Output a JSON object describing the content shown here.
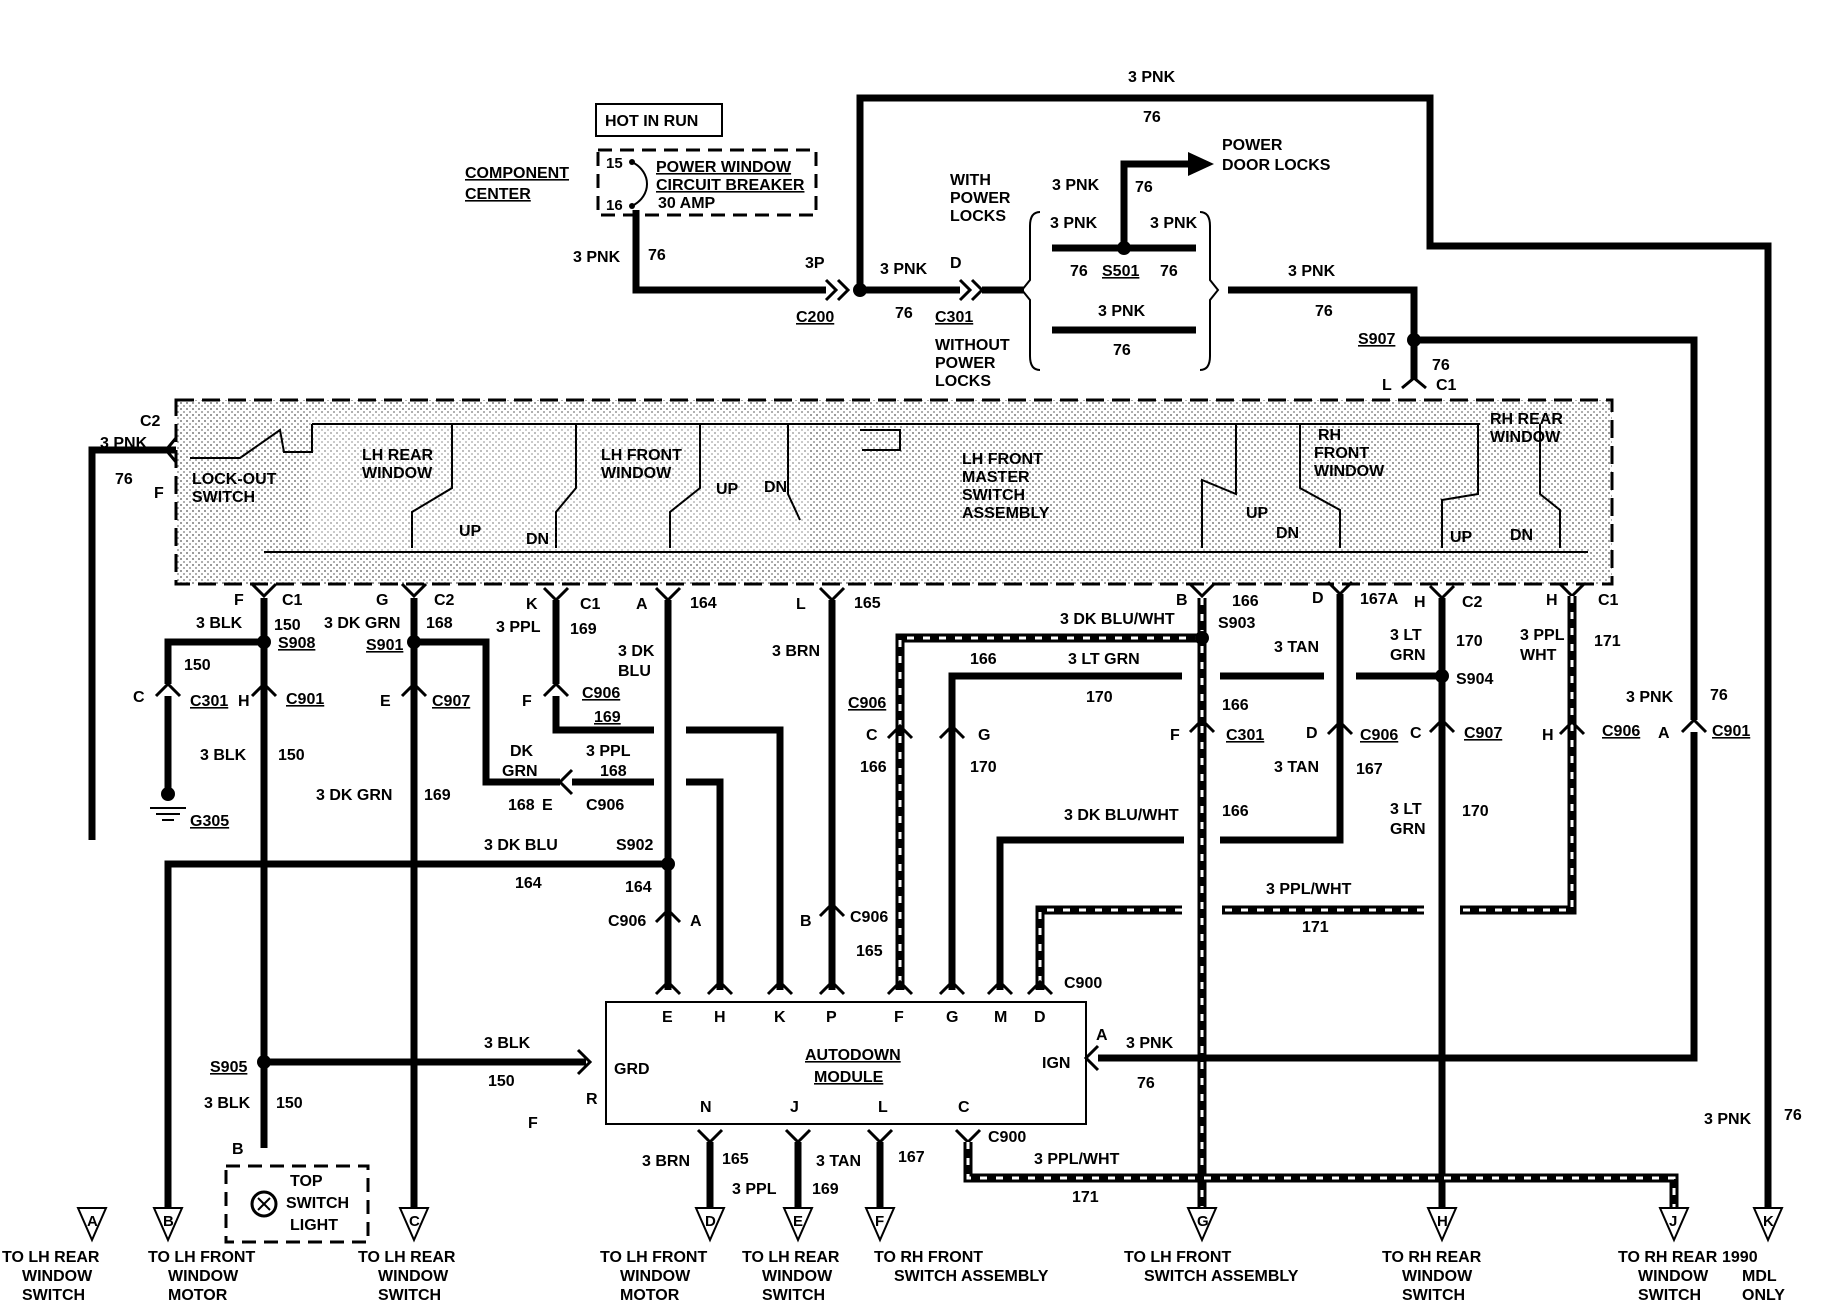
{
  "header": {
    "hot_in_run": "HOT IN RUN",
    "component_center": "COMPONENT",
    "component_center2": "CENTER",
    "breaker_title": "POWER WINDOW",
    "breaker_title2": "CIRCUIT BREAKER",
    "breaker_amp": "30 AMP",
    "pin15": "15",
    "pin16": "16"
  },
  "top_wiring": {
    "pnk_top": "3 PNK",
    "c76_top": "76",
    "pnk_cb": "3 PNK",
    "c76_cb": "76",
    "c200_pin": "3P",
    "c200": "C200",
    "pnk_mid": "3 PNK",
    "c76_mid": "76",
    "c301_pin": "D",
    "c301": "C301",
    "with_locks": "WITH",
    "with_locks2": "POWER",
    "with_locks3": "LOCKS",
    "without_locks": "WITHOUT",
    "without_locks2": "POWER",
    "without_locks3": "LOCKS",
    "pnk_s501_up": "3 PNK",
    "c76_s501_up": "76",
    "pnk_s501_l": "3 PNK",
    "pnk_s501_r": "3 PNK",
    "c76_s501_l": "76",
    "c76_s501_r": "76",
    "s501": "S501",
    "pnk_without": "3 PNK",
    "c76_without": "76",
    "door_locks": "POWER",
    "door_locks2": "DOOR LOCKS",
    "pnk_right": "3 PNK",
    "c76_right": "76",
    "s907": "S907",
    "c76_s907": "76",
    "c1_pin": "L",
    "c1": "C1"
  },
  "switch_assembly": {
    "c2": "C2",
    "pnk_left": "3 PNK",
    "c76_left": "76",
    "f_left": "F",
    "lockout": "LOCK-OUT",
    "lockout2": "SWITCH",
    "lh_rear": "LH REAR",
    "lh_rear2": "WINDOW",
    "lh_front": "LH FRONT",
    "lh_front2": "WINDOW",
    "master": "LH FRONT",
    "master2": "MASTER",
    "master3": "SWITCH",
    "master4": "ASSEMBLY",
    "rh_front": "RH",
    "rh_front2": "FRONT",
    "rh_front3": "WINDOW",
    "rh_rear": "RH REAR",
    "rh_rear2": "WINDOW",
    "up1": "UP",
    "dn1": "DN",
    "up2": "UP",
    "dn2": "DN",
    "up3": "UP",
    "dn3": "DN",
    "up4": "UP",
    "dn4": "DN"
  },
  "pins": {
    "f_c1": "F",
    "c1_a": "C1",
    "g_c2": "G",
    "c2_a": "C2",
    "k_c1": "K",
    "c1_b": "C1",
    "a": "A",
    "l": "L",
    "b": "B",
    "d": "D",
    "h_c2": "H",
    "c2_b": "C2",
    "h_c1": "H",
    "c1_c": "C1"
  },
  "circuits": {
    "blk": "3 BLK",
    "c150": "150",
    "dkgrn": "3 DK GRN",
    "c168": "168",
    "ppl": "3 PPL",
    "c169": "169",
    "dkblu": "3 DK",
    "dkblu2": "BLU",
    "c164": "164",
    "brn": "3 BRN",
    "c165": "165",
    "dkbluwht": "3 DK BLU/WHT",
    "c166": "166",
    "ltgrn": "3 LT GRN",
    "c170": "170",
    "tan": "3 TAN",
    "c167a": "167A",
    "lt": "3 LT",
    "grn": "GRN",
    "pplwht": "3 PPL",
    "wht": "WHT",
    "c171": "171",
    "s908": "S908",
    "c150b": "150",
    "s901": "S901",
    "s903": "S903",
    "s904": "S904",
    "c_pin": "C",
    "c301a": "C301",
    "h_pin": "H",
    "c901a": "C901",
    "e_pin": "E",
    "c907a": "C907",
    "f_pin": "F",
    "c906a": "C906",
    "c169b": "169",
    "c906b": "C906",
    "c_pin2": "C",
    "g_pin": "G",
    "c166b": "166",
    "c170b": "170",
    "f_pin2": "F",
    "c301b": "C301",
    "c166c": "166",
    "d_pin": "D",
    "c906c": "C906",
    "c_pin3": "C",
    "c907b": "C907",
    "h_pin2": "H",
    "c906d": "C906",
    "pnk_c901": "3 PNK",
    "c76_c901": "76",
    "a_pin": "A",
    "c901b": "C901",
    "blk2": "3 BLK",
    "c150c": "150",
    "g305": "G305",
    "ppl2": "3 PPL",
    "c168b": "168",
    "dk": "DK",
    "grn2": "GRN",
    "c168c": "168",
    "e_pin2": "E",
    "c906e": "C906",
    "dkgrn2": "3 DK GRN",
    "c169c": "169",
    "tan2": "3 TAN",
    "c167": "167",
    "lt2": "3 LT",
    "grn3": "GRN",
    "c170c": "170",
    "dkbluwht2": "3 DK BLU/WHT",
    "c166d": "166",
    "dkblu3": "3 DK BLU",
    "c164b": "164",
    "s902": "S902",
    "c164c": "164",
    "pplwht2": "3 PPL/WHT",
    "c171b": "171",
    "c906f": "C906",
    "a_pin2": "A",
    "b_pin": "B",
    "c906g": "C906",
    "c165b": "165",
    "c900": "C900",
    "s905": "S905",
    "blk3": "3 BLK",
    "c150d": "150",
    "blk4": "3 BLK",
    "c150e": "150",
    "f_lone": "F",
    "b_pin2": "B"
  },
  "module": {
    "title": "AUTODOWN",
    "title2": "MODULE",
    "grd": "GRD",
    "ign": "IGN",
    "r": "R",
    "a_pin": "A",
    "pnk": "3 PNK",
    "c76": "76",
    "pins_top": [
      "E",
      "H",
      "K",
      "P",
      "F",
      "G",
      "M",
      "D"
    ],
    "pins_bottom": [
      "N",
      "J",
      "L",
      "C"
    ]
  },
  "bottom_wiring": {
    "brn": "3 BRN",
    "c165": "165",
    "ppl": "3 PPL",
    "c169": "169",
    "tan": "3 TAN",
    "c167": "167",
    "c900": "C900",
    "pplwht": "3 PPL/WHT",
    "c171": "171",
    "pnk_k": "3 PNK",
    "c76_k": "76"
  },
  "dome": {
    "top": "TOP",
    "switch": "SWITCH",
    "light": "LIGHT"
  },
  "destinations": [
    {
      "letter": "A",
      "line1": "TO LH REAR",
      "line2": "WINDOW",
      "line3": "SWITCH"
    },
    {
      "letter": "B",
      "line1": "TO LH FRONT",
      "line2": "WINDOW",
      "line3": "MOTOR"
    },
    {
      "letter": "C",
      "line1": "TO LH REAR",
      "line2": "WINDOW",
      "line3": "SWITCH"
    },
    {
      "letter": "D",
      "line1": "TO LH FRONT",
      "line2": "WINDOW",
      "line3": "MOTOR"
    },
    {
      "letter": "E",
      "line1": "TO LH REAR",
      "line2": "WINDOW",
      "line3": "SWITCH"
    },
    {
      "letter": "F",
      "line1": "TO RH FRONT",
      "line2": "SWITCH ASSEMBLY",
      "line3": ""
    },
    {
      "letter": "G",
      "line1": "TO LH FRONT",
      "line2": "SWITCH ASSEMBLY",
      "line3": ""
    },
    {
      "letter": "H",
      "line1": "TO RH REAR",
      "line2": "WINDOW",
      "line3": "SWITCH"
    },
    {
      "letter": "J",
      "line1": "TO RH REAR",
      "line2": "WINDOW",
      "line3": "SWITCH"
    },
    {
      "letter": "K",
      "line1": "1990",
      "line2": "MDL",
      "line3": "ONLY"
    }
  ]
}
